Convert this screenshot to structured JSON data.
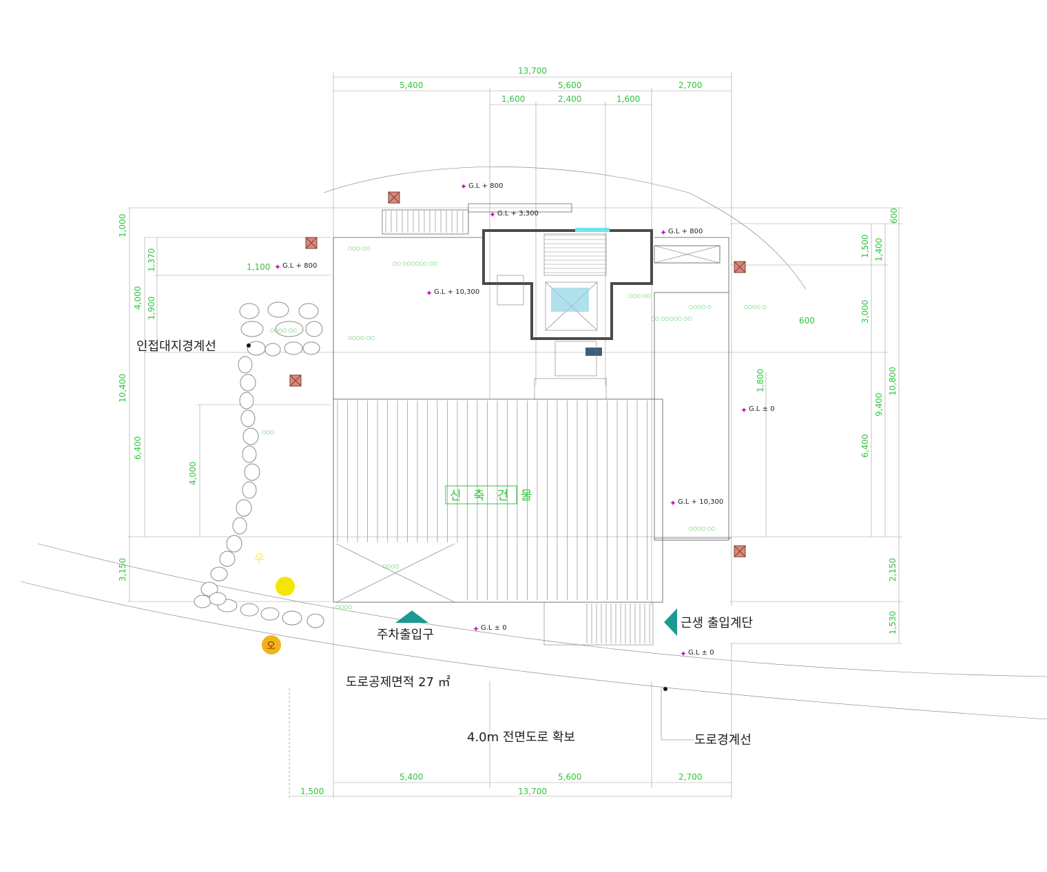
{
  "dimensions": {
    "top_total": "13,700",
    "top_segments": [
      "5,400",
      "5,600",
      "2,700"
    ],
    "top_sub_segments": [
      "1,600",
      "2,400",
      "1,600"
    ],
    "bottom_segments": [
      "5,400",
      "5,600",
      "2,700"
    ],
    "bottom_left_offset": "1,500",
    "bottom_total": "13,700",
    "left_vertical": [
      "1,000",
      "10,400",
      "3,150"
    ],
    "left_inner": [
      "1,370",
      "4,000",
      "1,900",
      "6,400",
      "4,000"
    ],
    "right_vertical": [
      "600",
      "1,400",
      "1,500",
      "3,000",
      "10,800",
      "9,400",
      "6,400",
      "2,150",
      "1,530"
    ],
    "small_offsets": [
      "1,100",
      "1,800",
      "600"
    ]
  },
  "levels": {
    "gl_800_a": "G.L + 800",
    "gl_3300": "G.L + 3,300",
    "gl_800_b": "G.L + 800",
    "gl_800_c": "G.L + 800",
    "gl_10300_a": "G.L + 10,300",
    "gl_10300_b": "G.L + 10,300",
    "gl_0_a": "G.L ± 0",
    "gl_0_b": "G.L ± 0",
    "gl_0_c": "G.L ± 0"
  },
  "labels": {
    "building": "신 축 건 물",
    "adjacent_boundary": "인접대지경계선",
    "parking_entrance": "주차출입구",
    "shop_entrance_stairs": "근생 출입계단",
    "road_deduction": "도로공제면적 27 ㎡",
    "front_road": "4.0m 전면도로 확보",
    "road_boundary": "도로경계선",
    "marker_o": "오",
    "marker_u": "우"
  },
  "colors": {
    "dimension": "#2fc43a",
    "level_marker": "#c418c4",
    "teal_arrow": "#1a9a92",
    "yellow_dot": "#f5e600",
    "orange_marker": "#f2b21c",
    "column_box": "#d98a7a"
  }
}
